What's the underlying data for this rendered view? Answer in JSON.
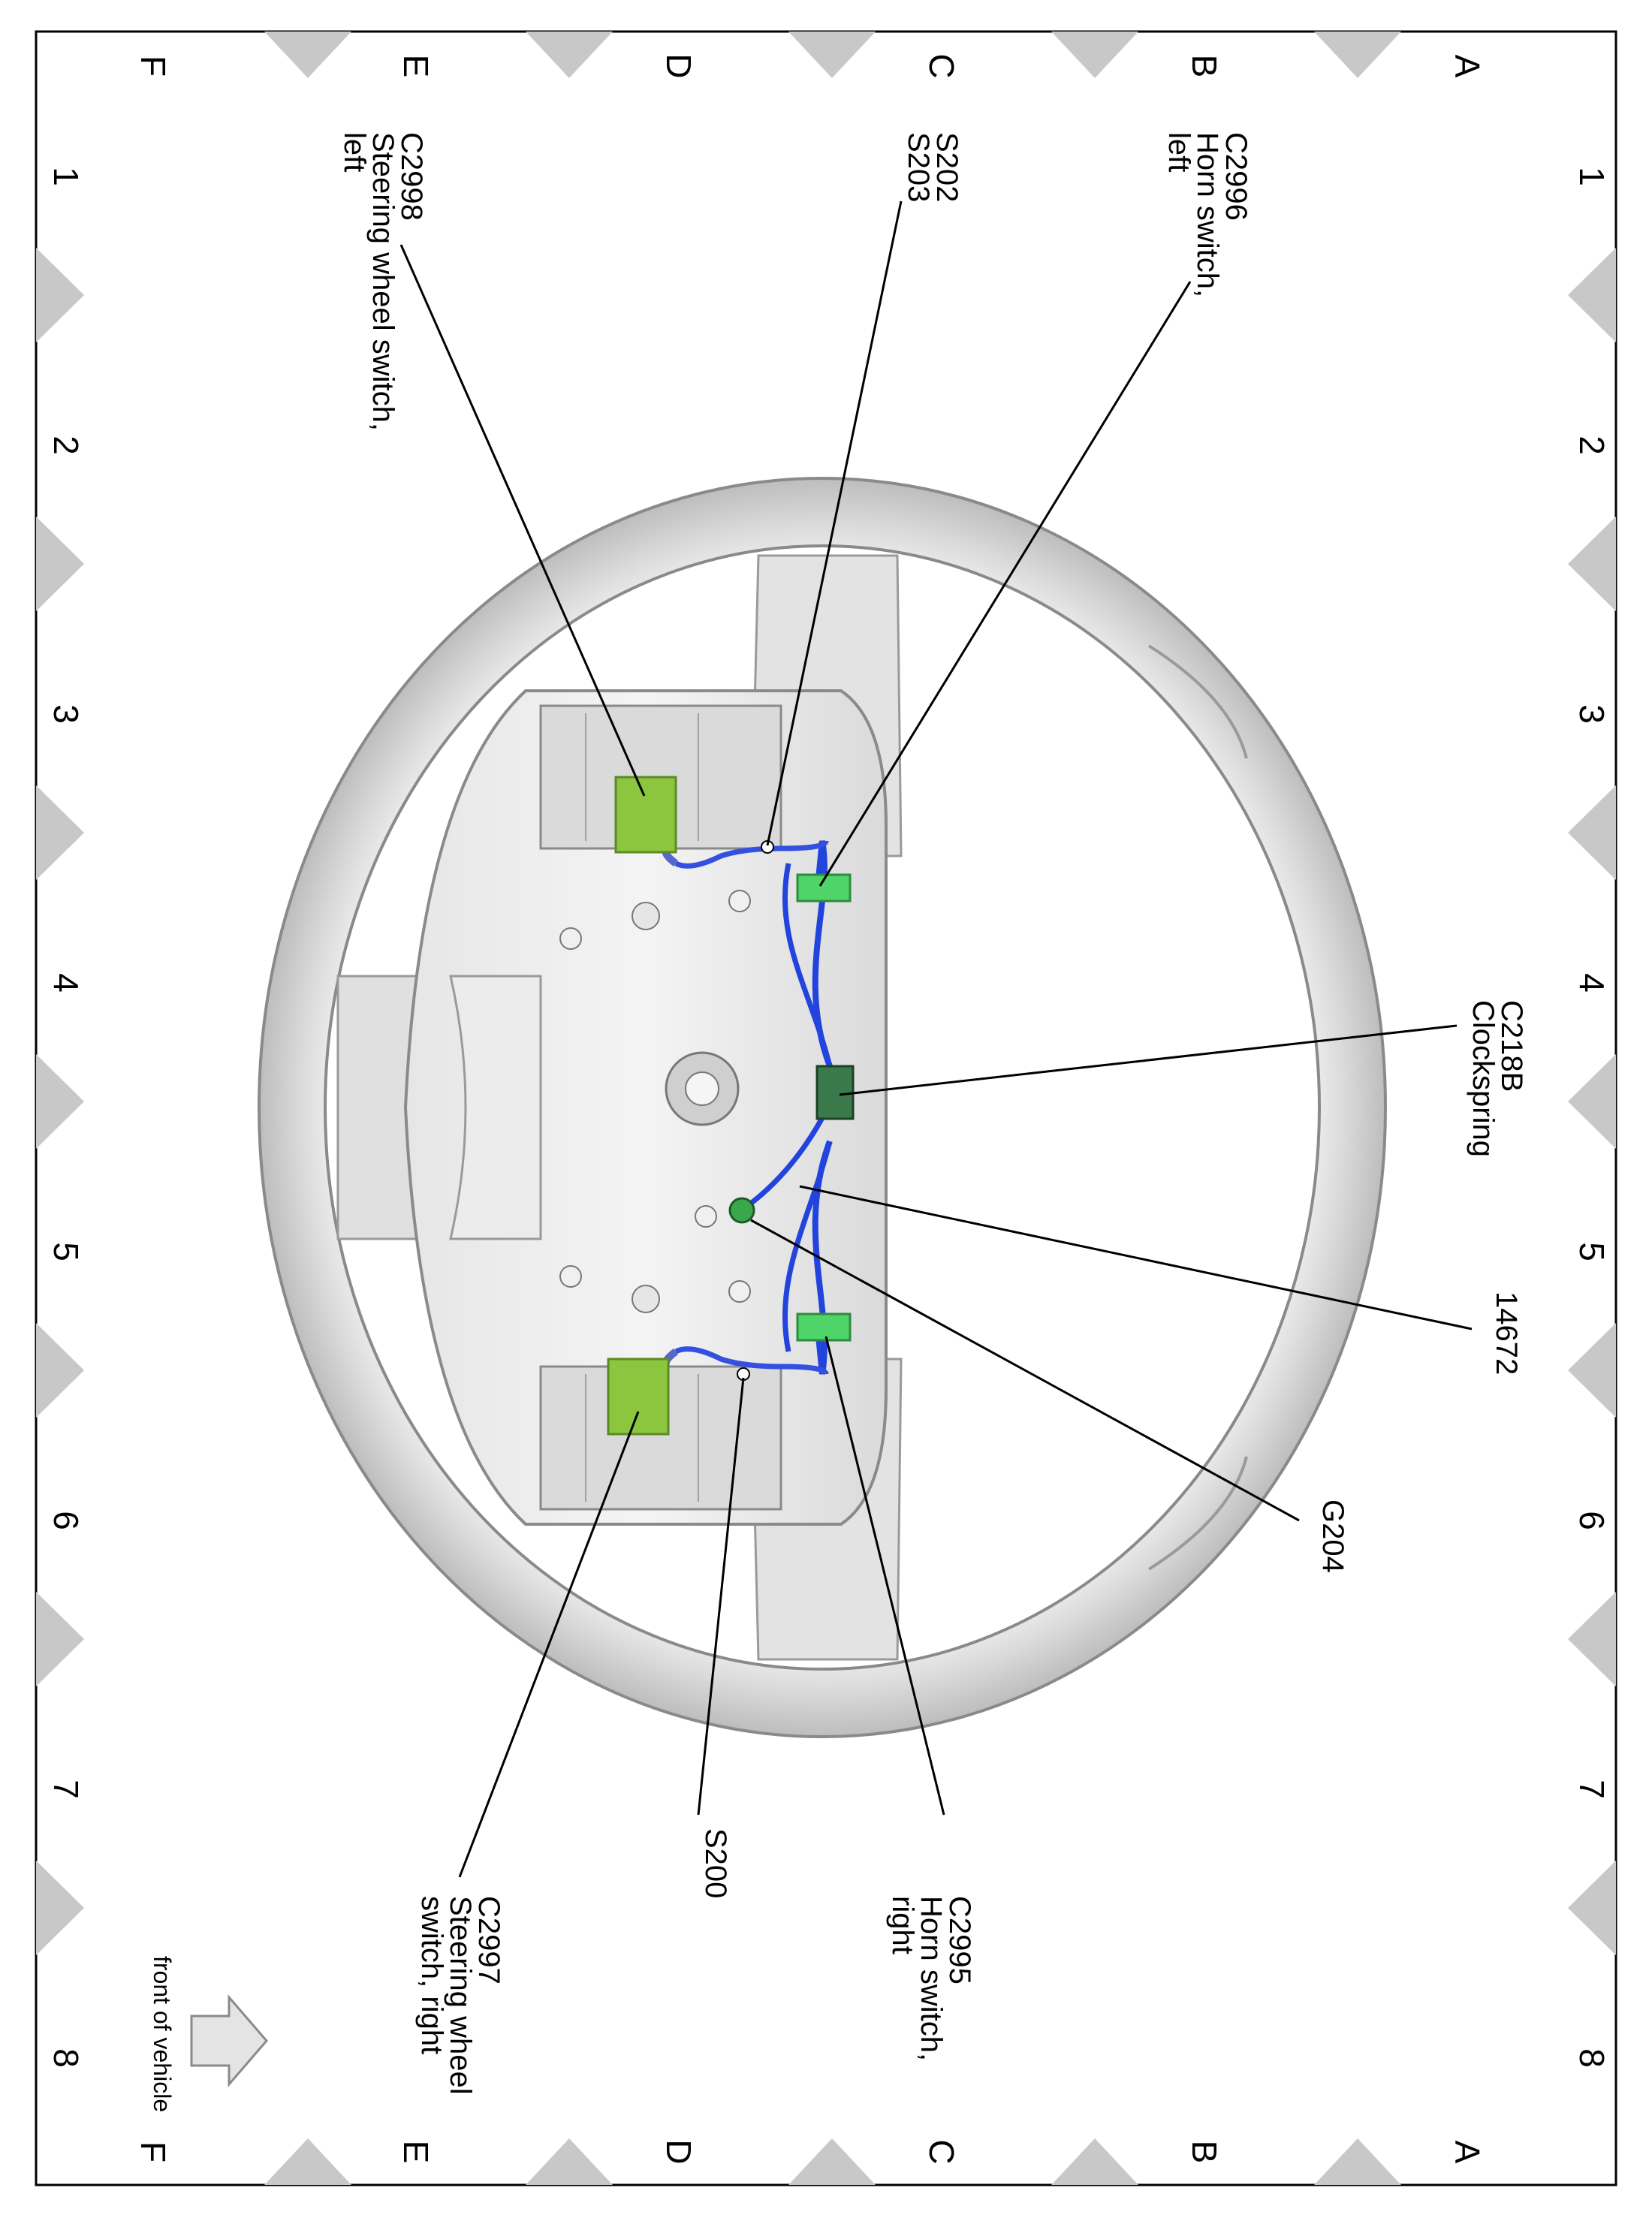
{
  "grid": {
    "rows": [
      "A",
      "B",
      "C",
      "D",
      "E",
      "F"
    ],
    "columns": [
      "1",
      "2",
      "3",
      "4",
      "5",
      "6",
      "7",
      "8"
    ]
  },
  "callouts": {
    "c2996": [
      "C2996",
      "Horn switch,",
      "left"
    ],
    "s202_s203": [
      "S202",
      "S203"
    ],
    "c2998": [
      "C2998",
      "Steering wheel switch,",
      "left"
    ],
    "c218b": [
      "C218B",
      "Clockspring"
    ],
    "n14672": [
      "14672"
    ],
    "g204": [
      "G204"
    ],
    "c2995": [
      "C2995",
      "Horn switch,",
      "right"
    ],
    "s200": [
      "S200"
    ],
    "c2997": [
      "C2997",
      "Steering wheel",
      "switch, right"
    ]
  },
  "orientation": {
    "label": "front of vehicle"
  },
  "colors": {
    "frame": "#000000",
    "grid_markers": "#c8c8c8",
    "wheel_rim": "#d4d4d4",
    "harness": "#2244dd",
    "switch_connectors": "#8cc63f",
    "horn_connectors": "#4fd46a"
  }
}
